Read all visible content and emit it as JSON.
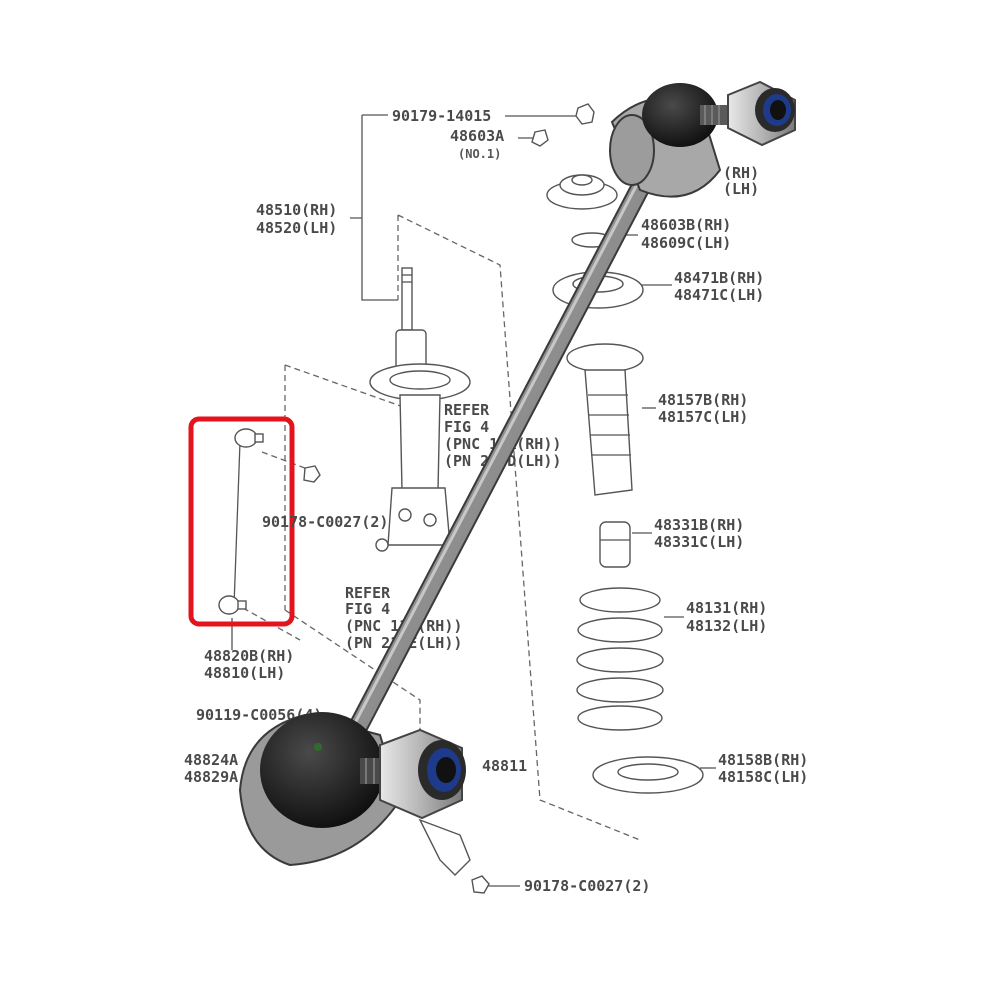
{
  "labels": {
    "p90179": "90179-14015",
    "p48603a": "48603A",
    "p48603a_note": "(NO.1)",
    "p_rh_top": "(RH)",
    "p_lh_top": "(LH)",
    "p48510": "48510(RH)",
    "p48520": "48520(LH)",
    "p48603b": "48603B(RH)",
    "p48609c": "48609C(LH)",
    "p48471b": "48471B(RH)",
    "p48471c": "48471C(LH)",
    "refer1_a": "REFER",
    "refer1_b": "FIG 4",
    "refer1_c": "(PNC 11K(RH))",
    "refer1_d": "(PN 212D(LH))",
    "p48157b": "48157B(RH)",
    "p48157c": "48157C(LH)",
    "p90178a": "90178-C0027(2)",
    "p48331b": "48331B(RH)",
    "p48331c": "48331C(LH)",
    "refer2_a": "REFER",
    "refer2_b": "FIG 4",
    "refer2_c": "(PNC 11L(RH))",
    "refer2_d": "(PN 212E(LH))",
    "p48131": "48131(RH)",
    "p48132": "48132(LH)",
    "p48820b": "48820B(RH)",
    "p48810": "48810(LH)",
    "p90119": "90119-C0056(4)",
    "p48824a": "48824A",
    "p48829a": "48829A",
    "p48811": "48811",
    "p48158b": "48158B(RH)",
    "p48158c": "48158C(LH)",
    "p90178b": "90178-C0027(2)"
  },
  "highlight": {
    "color": "#e5131b"
  },
  "colors": {
    "linework": "#555555",
    "bar_metal": "#9a9a9a",
    "bushing": "#1a1a1a",
    "nut_insert": "#1e3a8a"
  }
}
